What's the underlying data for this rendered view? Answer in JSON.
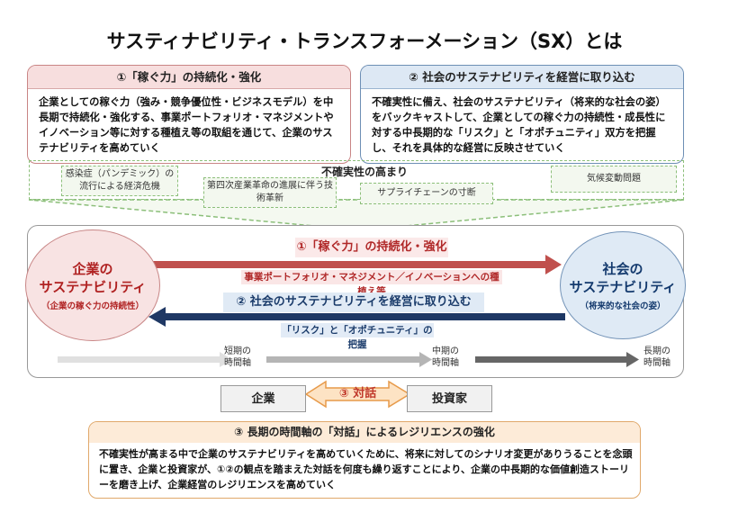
{
  "title": "サスティナビリティ・トランスフォーメーション（SX）とは",
  "box1": {
    "header": "①「稼ぐ力」の持続化・強化",
    "body": "企業としての稼ぐ力（強み・競争優位性・ビジネスモデル）を中長期で持続化・強化する、事業ポートフォリオ・マネジメントやイノベーション等に対する種植え等の取組を通じて、企業のサステナビリティを高めていく"
  },
  "box2": {
    "header": "② 社会のサステナビリティを経営に取り込む",
    "body": "不確実性に備え、社会のサステナビリティ（将来的な社会の姿）をバックキャストして、企業としての稼ぐ力の持続性・成長性に対する中長期的な「リスク」と「オポチュニティ」双方を把握し、それを具体的な経営に反映させていく"
  },
  "uncertainty": {
    "title": "不確実性の高まり",
    "factors": [
      "感染症（パンデミック）の流行による経済危機",
      "第四次産業革命の進展に伴う技術革新",
      "サプライチェーンの寸断",
      "気候変動問題"
    ]
  },
  "left_circle": {
    "title_line1": "企業の",
    "title_line2": "サステナビリティ",
    "subtitle": "（企業の稼ぐ力の持続性）"
  },
  "right_circle": {
    "title_line1": "社会の",
    "title_line2": "サステナビリティ",
    "subtitle": "（将来的な社会の姿）"
  },
  "arrow1": {
    "label": "①「稼ぐ力」の持続化・強化",
    "sublabel": "事業ポートフォリオ・マネジメント／イノベーションへの種植え等"
  },
  "arrow2": {
    "label": "② 社会のサステナビリティを経営に取り込む",
    "sublabel": "「リスク」と「オポチュニティ」の把握"
  },
  "time_axis": {
    "short_l1": "短期の",
    "short_l2": "時間軸",
    "mid_l1": "中期の",
    "mid_l2": "時間軸",
    "long_l1": "長期の",
    "long_l2": "時間軸"
  },
  "dialogue": {
    "company": "企業",
    "investor": "投資家",
    "label": "③ 対話"
  },
  "box3": {
    "header": "③ 長期の時間軸の「対話」によるレジリエンスの強化",
    "body": "不確実性が高まる中で企業のサステナビリティを高めていくために、将来に対してのシナリオ変更がありうることを念頭に置き、企業と投資家が、①②の観点を踏まえた対話を何度も繰り返すことにより、企業の中長期的な価値創造ストーリーを磨き上げ、企業経営のレジリエンスを高めていく"
  },
  "colors": {
    "red_arrow": "#c0504d",
    "navy_arrow": "#1f3864",
    "dialogue_arrow": "#f0a050",
    "dashed_green": "#8cbf7a"
  }
}
